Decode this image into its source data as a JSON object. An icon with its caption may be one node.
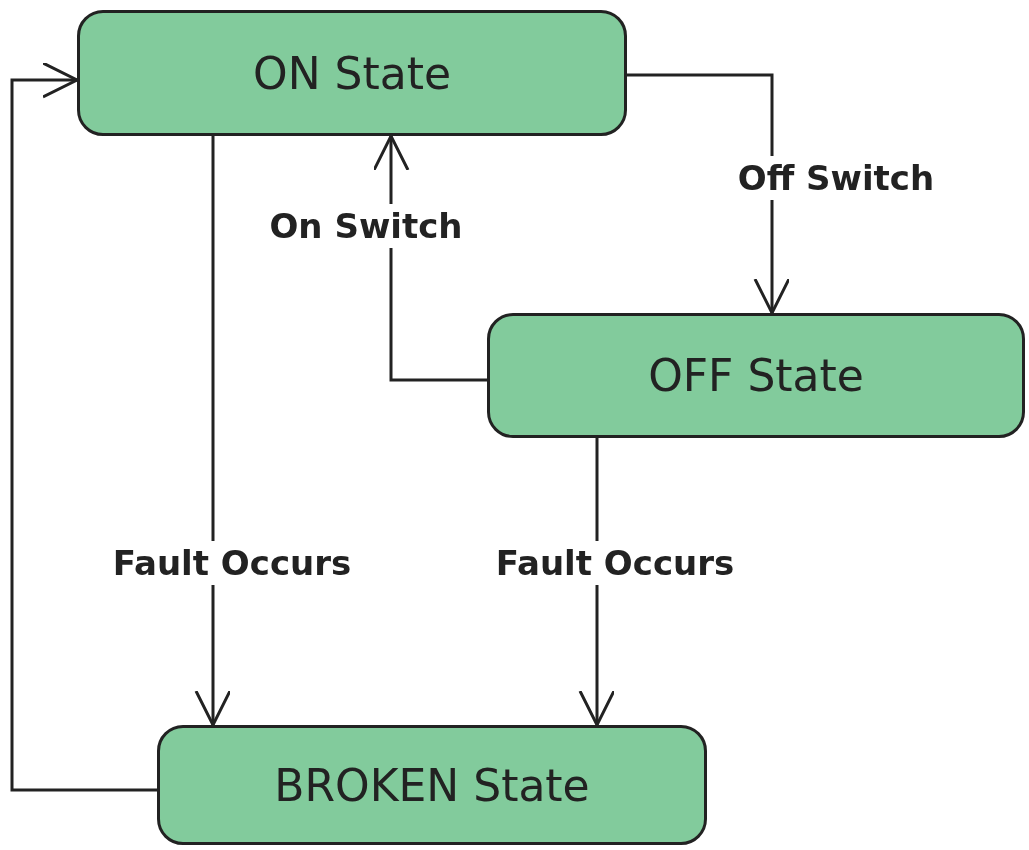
{
  "diagram": {
    "nodes": [
      {
        "text": [
          "ON State"
        ]
      },
      {
        "text": [
          "OFF State"
        ]
      },
      {
        "text": [
          "BROKEN State"
        ]
      }
    ],
    "edges": [
      {
        "from": 0,
        "to": 1,
        "arrow": "to",
        "label": "Off Switch"
      },
      {
        "from": 1,
        "to": 0,
        "arrow": "to",
        "label": "On Switch"
      },
      {
        "from": 0,
        "to": 2,
        "arrow": "to",
        "label": "Fault Occurs"
      },
      {
        "from": 1,
        "to": 2,
        "arrow": "to",
        "label": "Fault Occurs"
      },
      {
        "from": 2,
        "to": 0,
        "arrow": "to"
      }
    ]
  }
}
